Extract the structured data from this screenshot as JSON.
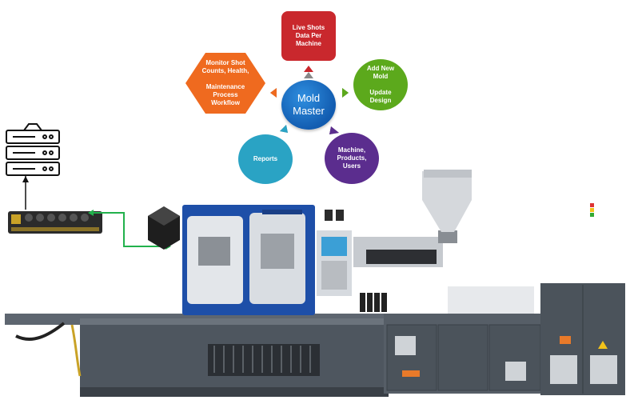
{
  "hub": {
    "label": "Mold\nMaster",
    "color": "#1a6fc9"
  },
  "nodes": {
    "live_shots": {
      "label": "Live Shots\nData Per\nMachine",
      "color": "#c9282d"
    },
    "monitor": {
      "label": "Monitor Shot\nCounts, Health,\n\nMaintenance\nProcess\nWorkflow",
      "color": "#ef6a1f"
    },
    "add_mold": {
      "label": "Add New\nMold\n\nUpdate\nDesign",
      "color": "#5ca91c"
    },
    "reports": {
      "label": "Reports",
      "color": "#2aa3c4"
    },
    "machine": {
      "label": "Machine,\nProducts,\nUsers",
      "color": "#5b2d8e"
    }
  },
  "connection_color": "#22b14c"
}
